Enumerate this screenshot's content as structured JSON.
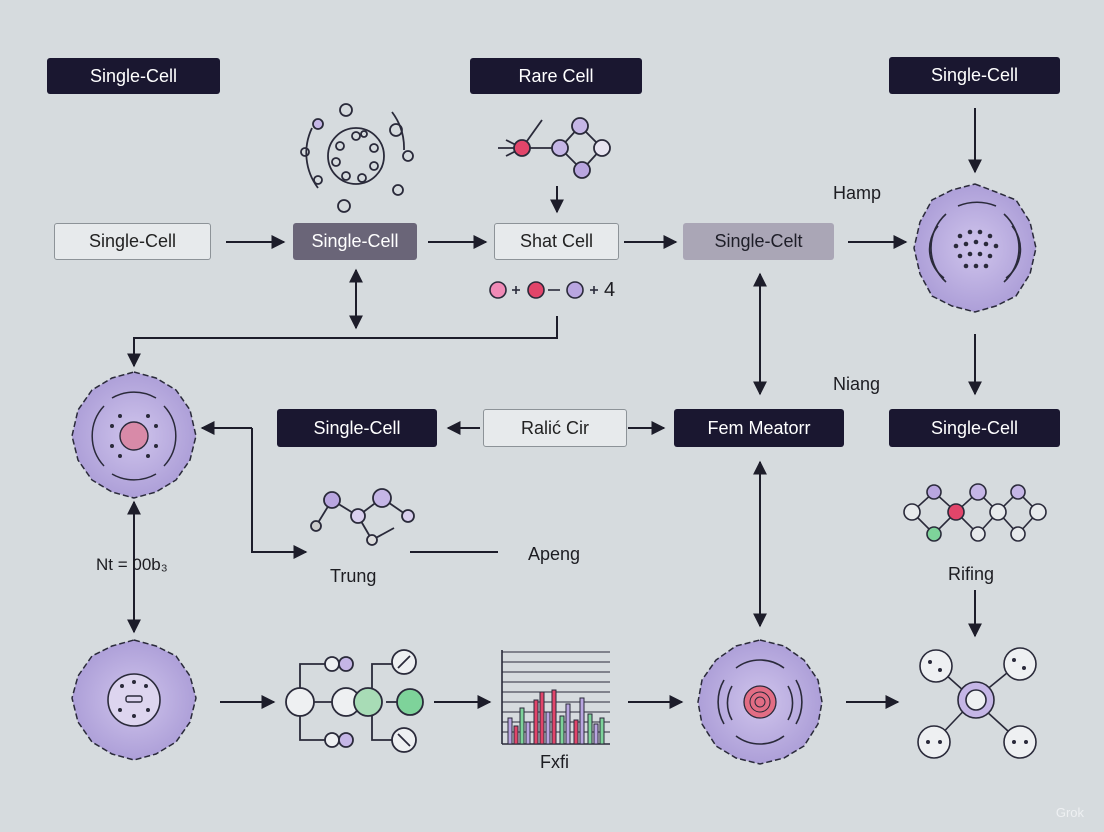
{
  "boxes": {
    "top_left": "Single-Cell",
    "top_center": "Rare Cell",
    "top_right": "Single-Cell",
    "row2_a": "Single-Cell",
    "row2_b": "Single-Cell",
    "row2_c": "Shat Cell",
    "row2_d": "Single-Celt",
    "row3_a": "Single-Cell",
    "row3_b": "Ralić Cir",
    "row3_c": "Fem Meatorr",
    "row3_d": "Single-Cell"
  },
  "labels": {
    "hamp": "Hamp",
    "niang": "Niang",
    "nt": "Nt = 00b₃",
    "trung": "Trung",
    "apeng": "Apeng",
    "rifing": "Rifing",
    "fxfi": "Fxfi",
    "formula_end": "4"
  },
  "colors": {
    "dark": "#1a1730",
    "lilac_cell": "#b7a9dd",
    "pink": "#f08ab6",
    "red": "#e2456a",
    "purple_dot": "#b9a6e0",
    "green": "#7ed39a",
    "arrow": "#1d1d2a"
  },
  "watermark": "Grok"
}
